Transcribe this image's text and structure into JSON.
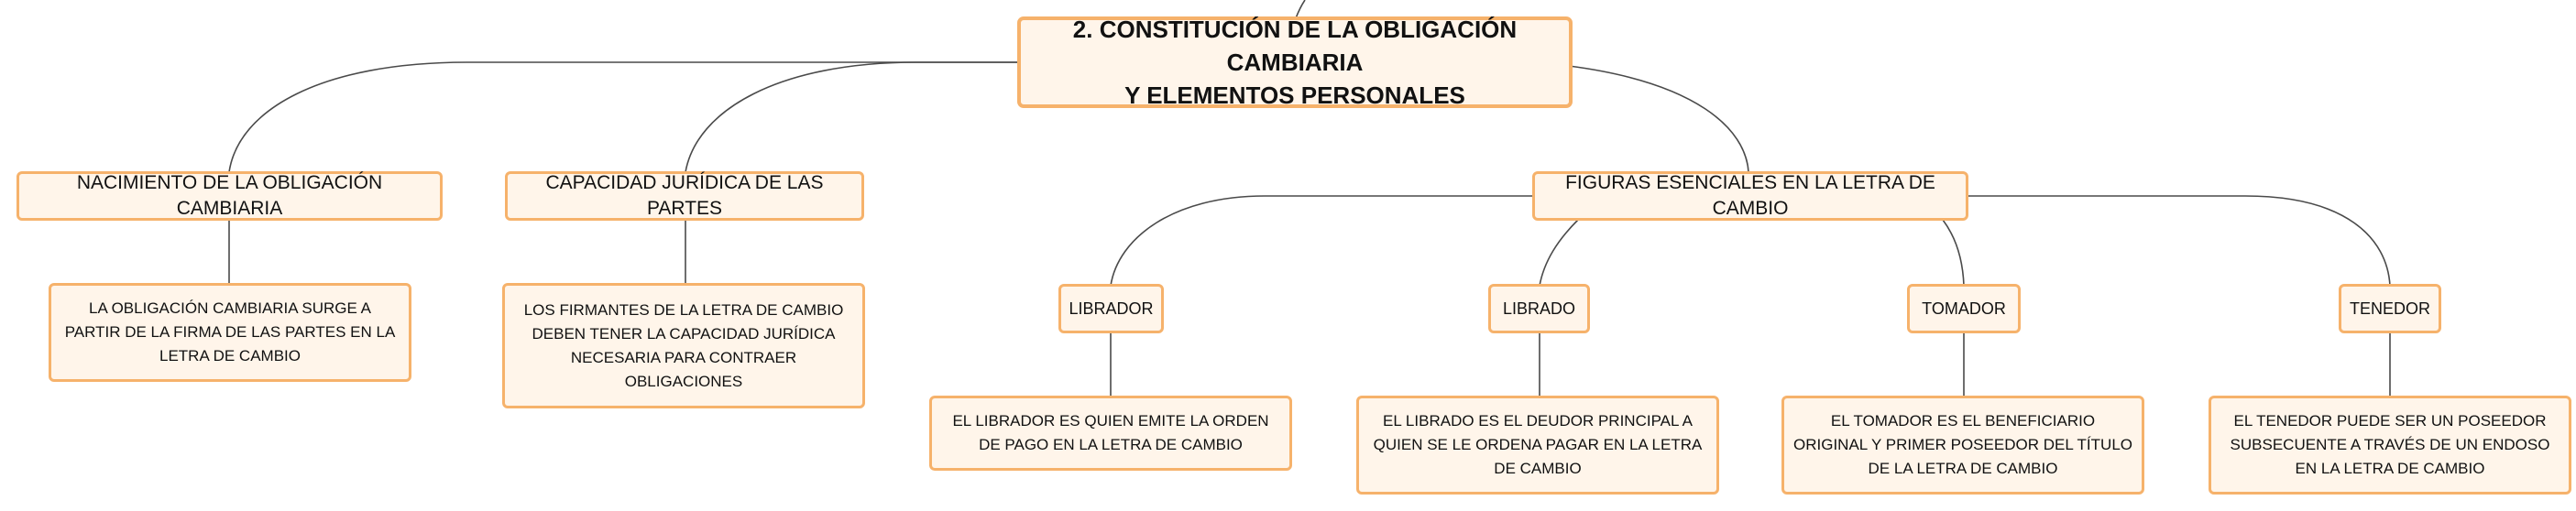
{
  "diagram": {
    "root": {
      "title_line1": "2. CONSTITUCIÓN DE LA OBLIGACIÓN CAMBIARIA",
      "title_line2": "Y ELEMENTOS PERSONALES"
    },
    "branches": [
      {
        "label": "NACIMIENTO DE LA OBLIGACIÓN CAMBIARIA",
        "detail": "LA OBLIGACIÓN CAMBIARIA SURGE A PARTIR DE LA FIRMA DE LAS PARTES EN LA LETRA DE CAMBIO"
      },
      {
        "label": "CAPACIDAD JURÍDICA DE LAS PARTES",
        "detail": "LOS FIRMANTES DE LA LETRA DE CAMBIO DEBEN TENER LA CAPACIDAD JURÍDICA NECESARIA PARA CONTRAER OBLIGACIONES"
      },
      {
        "label": "FIGURAS ESENCIALES EN LA LETRA DE CAMBIO",
        "figures": [
          {
            "label": "LIBRADOR",
            "detail": "EL LIBRADOR ES QUIEN EMITE LA ORDEN DE PAGO EN LA LETRA DE CAMBIO"
          },
          {
            "label": "LIBRADO",
            "detail": "EL LIBRADO ES EL DEUDOR PRINCIPAL A QUIEN SE LE ORDENA PAGAR EN LA LETRA DE CAMBIO"
          },
          {
            "label": "TOMADOR",
            "detail": "EL TOMADOR ES EL BENEFICIARIO ORIGINAL Y PRIMER POSEEDOR DEL TÍTULO DE LA LETRA DE CAMBIO"
          },
          {
            "label": "TENEDOR",
            "detail": "EL TENEDOR PUEDE SER UN POSEEDOR SUBSECUENTE A TRAVÉS DE UN ENDOSO EN LA LETRA DE CAMBIO"
          }
        ]
      }
    ]
  },
  "colors": {
    "node_border": "#f6b26b",
    "node_fill": "#fff5ea",
    "connector": "#4a4a4a",
    "text": "#111111"
  }
}
